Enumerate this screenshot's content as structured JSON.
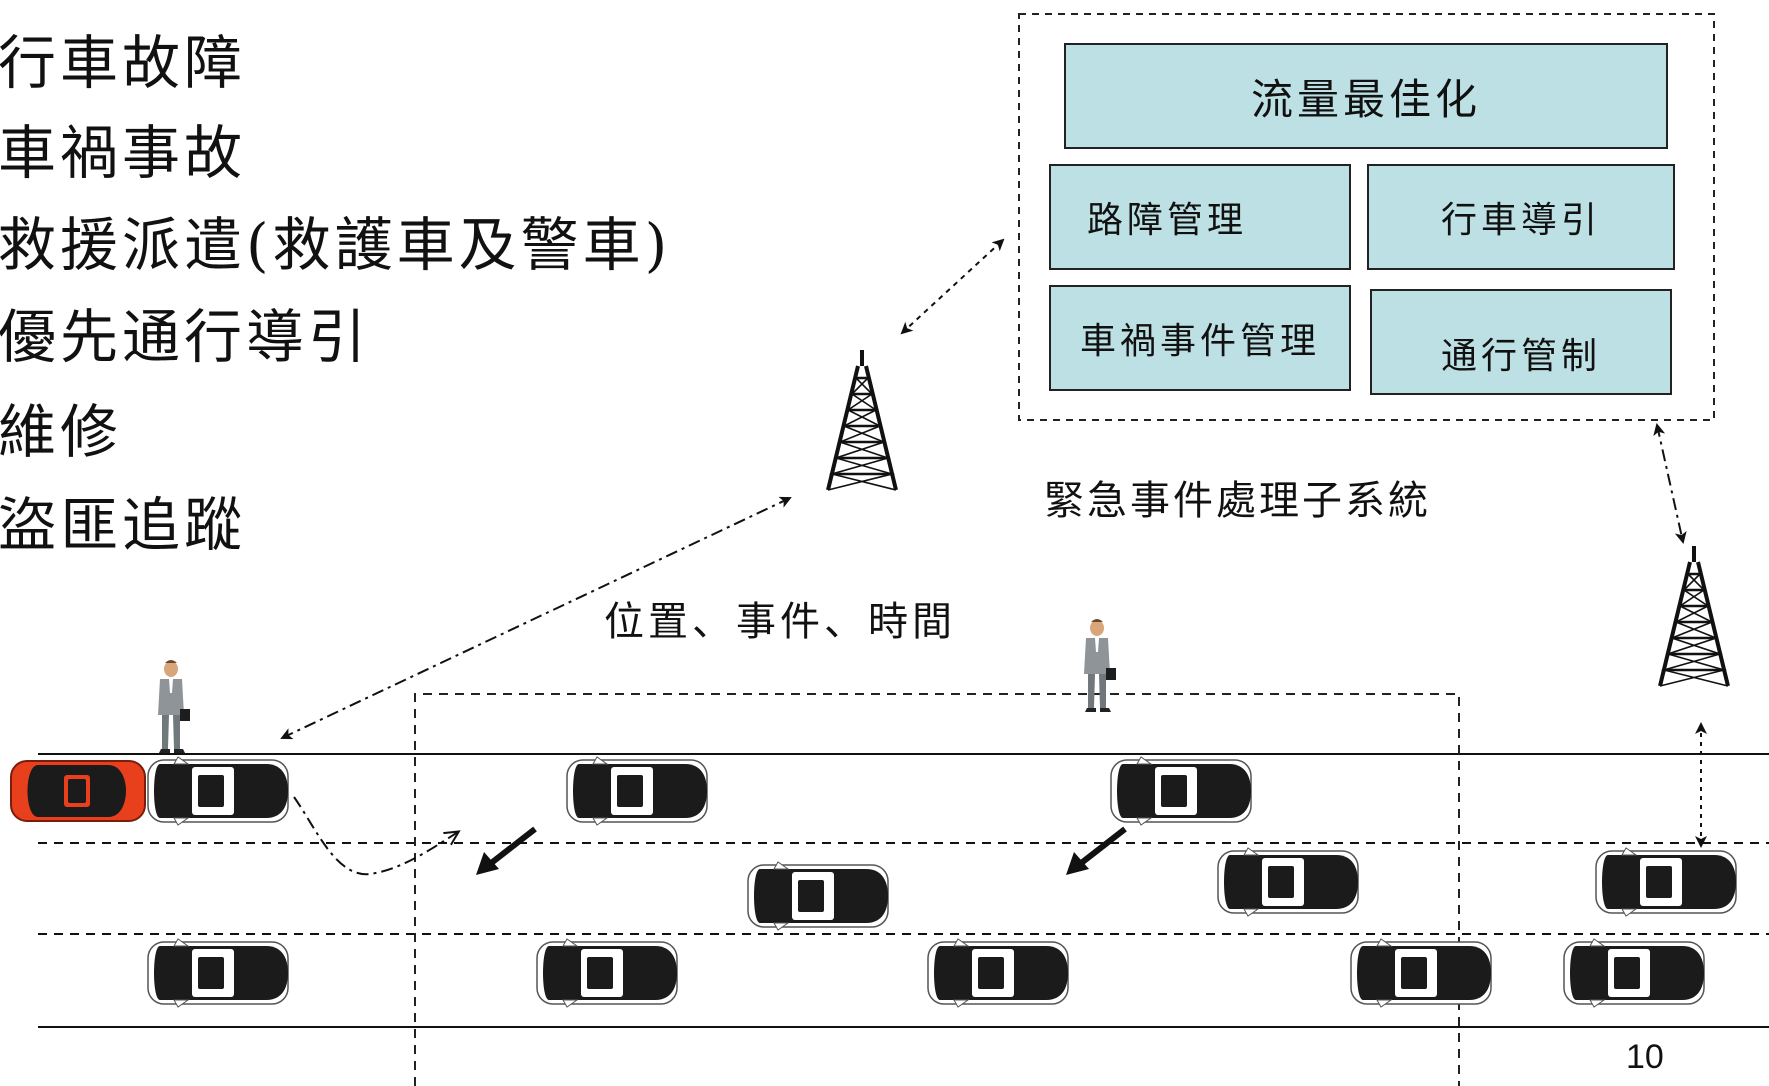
{
  "bullets": [
    "行車故障",
    "車禍事故",
    "救援派遣(救護車及警車)",
    "優先通行導引",
    "維修",
    "盜匪追蹤"
  ],
  "panel": {
    "title": "流量最佳化",
    "items": [
      "路障管理",
      "行車導引",
      "車禍事件管理",
      "通行管制"
    ]
  },
  "subsystem_label": "緊急事件處理子系統",
  "data_label": "位置、事件、時間",
  "page_number": "10",
  "colors": {
    "panel_fill": "#bde0e4",
    "car_body": "#1b1b1b",
    "accident_car": "#e8401c"
  },
  "icons": [
    "radio-tower-icon",
    "pedestrian-icon",
    "car-icon",
    "accident-car-icon",
    "arrow-icon"
  ]
}
